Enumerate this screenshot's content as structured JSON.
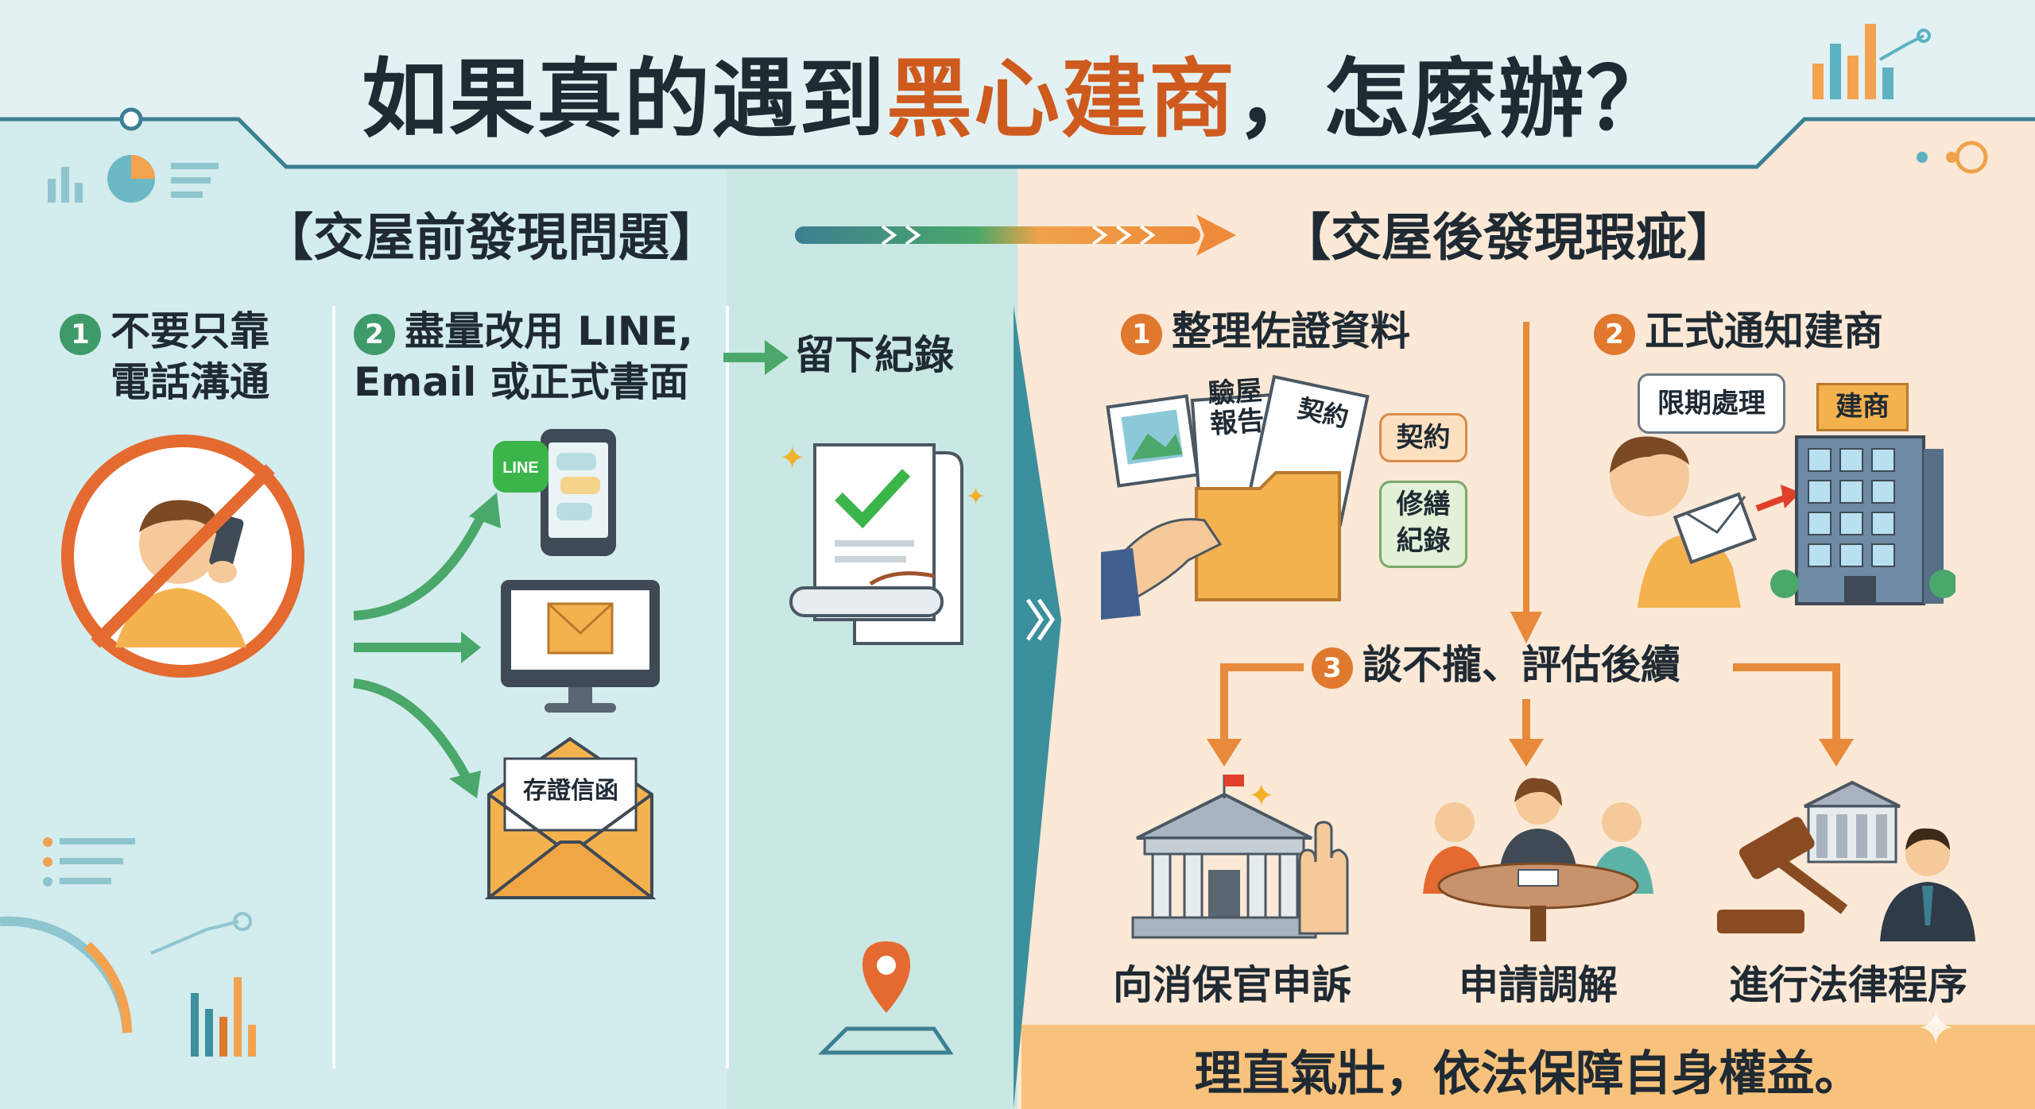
{
  "title": {
    "pre": "如果真的遇到",
    "highlight": "黑心建商",
    "post": "，怎麼辦？"
  },
  "left": {
    "section_title": "【交屋前發現問題】",
    "steps": [
      {
        "num": "1",
        "label_line1": "不要只靠",
        "label_line2": "電話溝通"
      },
      {
        "num": "2",
        "label_line1": "盡量改用 LINE,",
        "label_line2": "Email 或正式書面"
      }
    ],
    "result_label": "留下紀錄",
    "line_badge": "LINE",
    "letter_label": "存證信函"
  },
  "right": {
    "section_title": "【交屋後發現瑕疵】",
    "steps": [
      {
        "num": "1",
        "label": "整理佐證資料"
      },
      {
        "num": "2",
        "label": "正式通知建商"
      },
      {
        "num": "3",
        "label": "談不攏、評估後續"
      }
    ],
    "doc_tags": {
      "inspection": "驗屋\n報告",
      "contract_doc": "契約",
      "contract": "契約",
      "repair": "修繕\n紀錄"
    },
    "notice": {
      "deadline": "限期處理",
      "builder": "建商"
    },
    "options": [
      {
        "label": "向消保官申訴"
      },
      {
        "label": "申請調解"
      },
      {
        "label": "進行法律程序"
      }
    ],
    "bottom": "理直氣壯，依法保障自身權益。"
  },
  "colors": {
    "accent_orange": "#cf5a1e",
    "green": "#3f9a6a",
    "teal": "#3c8f9c",
    "orange_arrow": "#e88a3a"
  }
}
